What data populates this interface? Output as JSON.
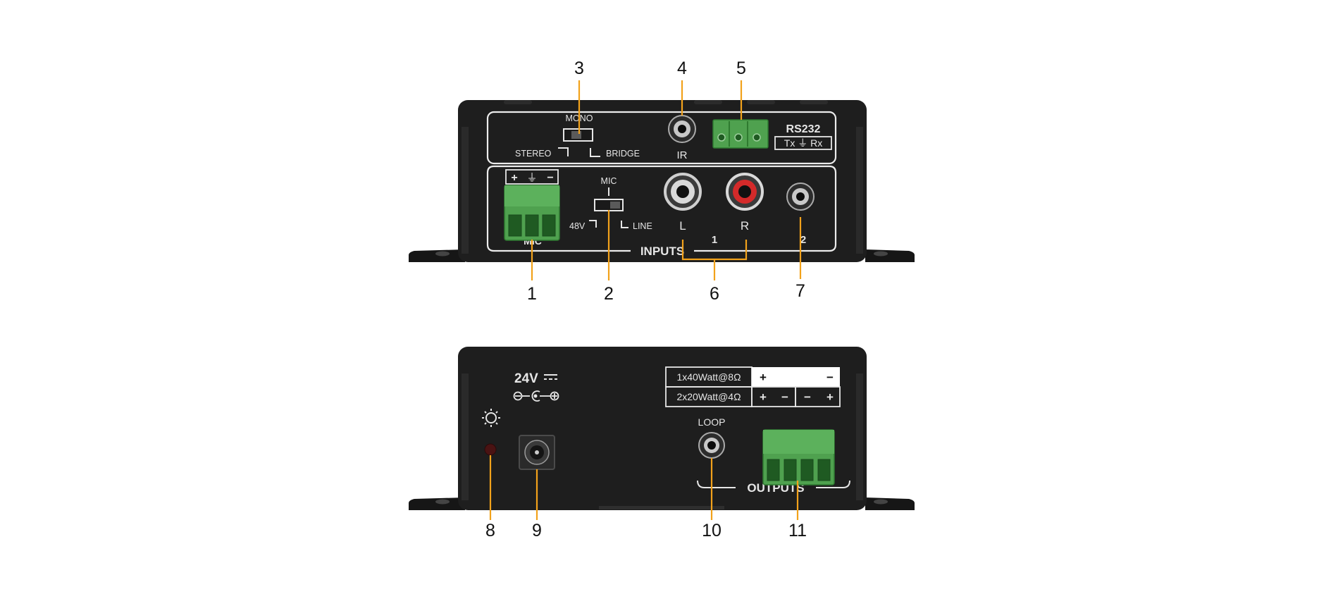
{
  "top_panel": {
    "mono_label": "MONO",
    "stereo_label": "STEREO",
    "bridge_label": "BRIDGE",
    "ir_label": "IR",
    "rs232_label": "RS232",
    "rs232_pins": "Tx ⏚ Rx",
    "mic_pins": {
      "plus": "+",
      "ground": "⏚",
      "minus": "−"
    },
    "mic_label": "MIC",
    "mic_switch_top": "MIC",
    "phantom_label": "48V",
    "line_label": "LINE",
    "left_label": "L",
    "right_label": "R",
    "inputs_label": "INPUTS",
    "input1_label": "1",
    "input2_label": "2"
  },
  "bottom_panel": {
    "power_label": "24V",
    "loop_label": "LOOP",
    "outputs_label": "OUTPUTS",
    "table": {
      "row1_spec": "1x40Watt@8Ω",
      "row1_plus": "+",
      "row1_minus": "−",
      "row2_spec": "2x20Watt@4Ω",
      "row2_signs": [
        "+",
        "−",
        "−",
        "+"
      ]
    }
  },
  "callouts": [
    "1",
    "2",
    "3",
    "4",
    "5",
    "6",
    "7",
    "8",
    "9",
    "10",
    "11"
  ],
  "colors": {
    "chassis": "#1e1e1e",
    "leader": "#f2a21b",
    "terminal_green": "#4fa14f",
    "rca_red": "#d42a2a",
    "led": "#5a1414"
  }
}
